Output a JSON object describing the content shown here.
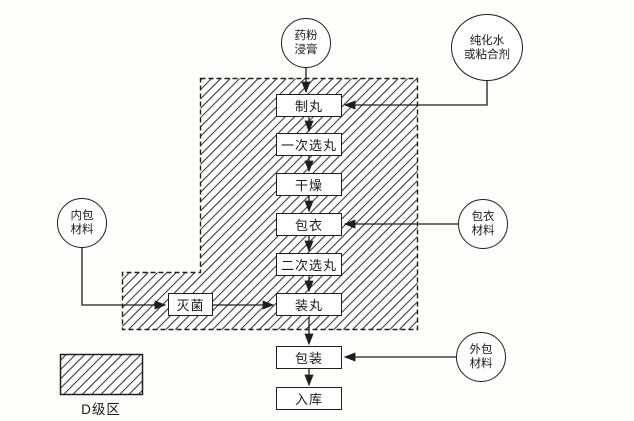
{
  "diagram": {
    "steps": {
      "zhiwan": "制丸",
      "yici_xuanwan": "一次选丸",
      "ganzao": "干燥",
      "baoyi": "包衣",
      "erci_xuanwan": "二次选丸",
      "zhuangwan": "装丸",
      "miejun": "灭菌",
      "baozhuang": "包装",
      "ruku": "入库"
    },
    "sources": {
      "powder_extract": {
        "line1": "药粉",
        "line2": "浸膏"
      },
      "purified_water": {
        "line1": "纯化水",
        "line2": "或粘合剂"
      },
      "inner_pack": {
        "line1": "内包",
        "line2": "材料"
      },
      "coating_material": {
        "line1": "包衣",
        "line2": "材料"
      },
      "outer_pack": {
        "line1": "外包",
        "line2": "材料"
      }
    },
    "legend": {
      "label": "D级区"
    },
    "colors": {
      "line": "#1f1f1f",
      "hatch": "#2a2a2a",
      "background": "#fdfdfc"
    }
  }
}
